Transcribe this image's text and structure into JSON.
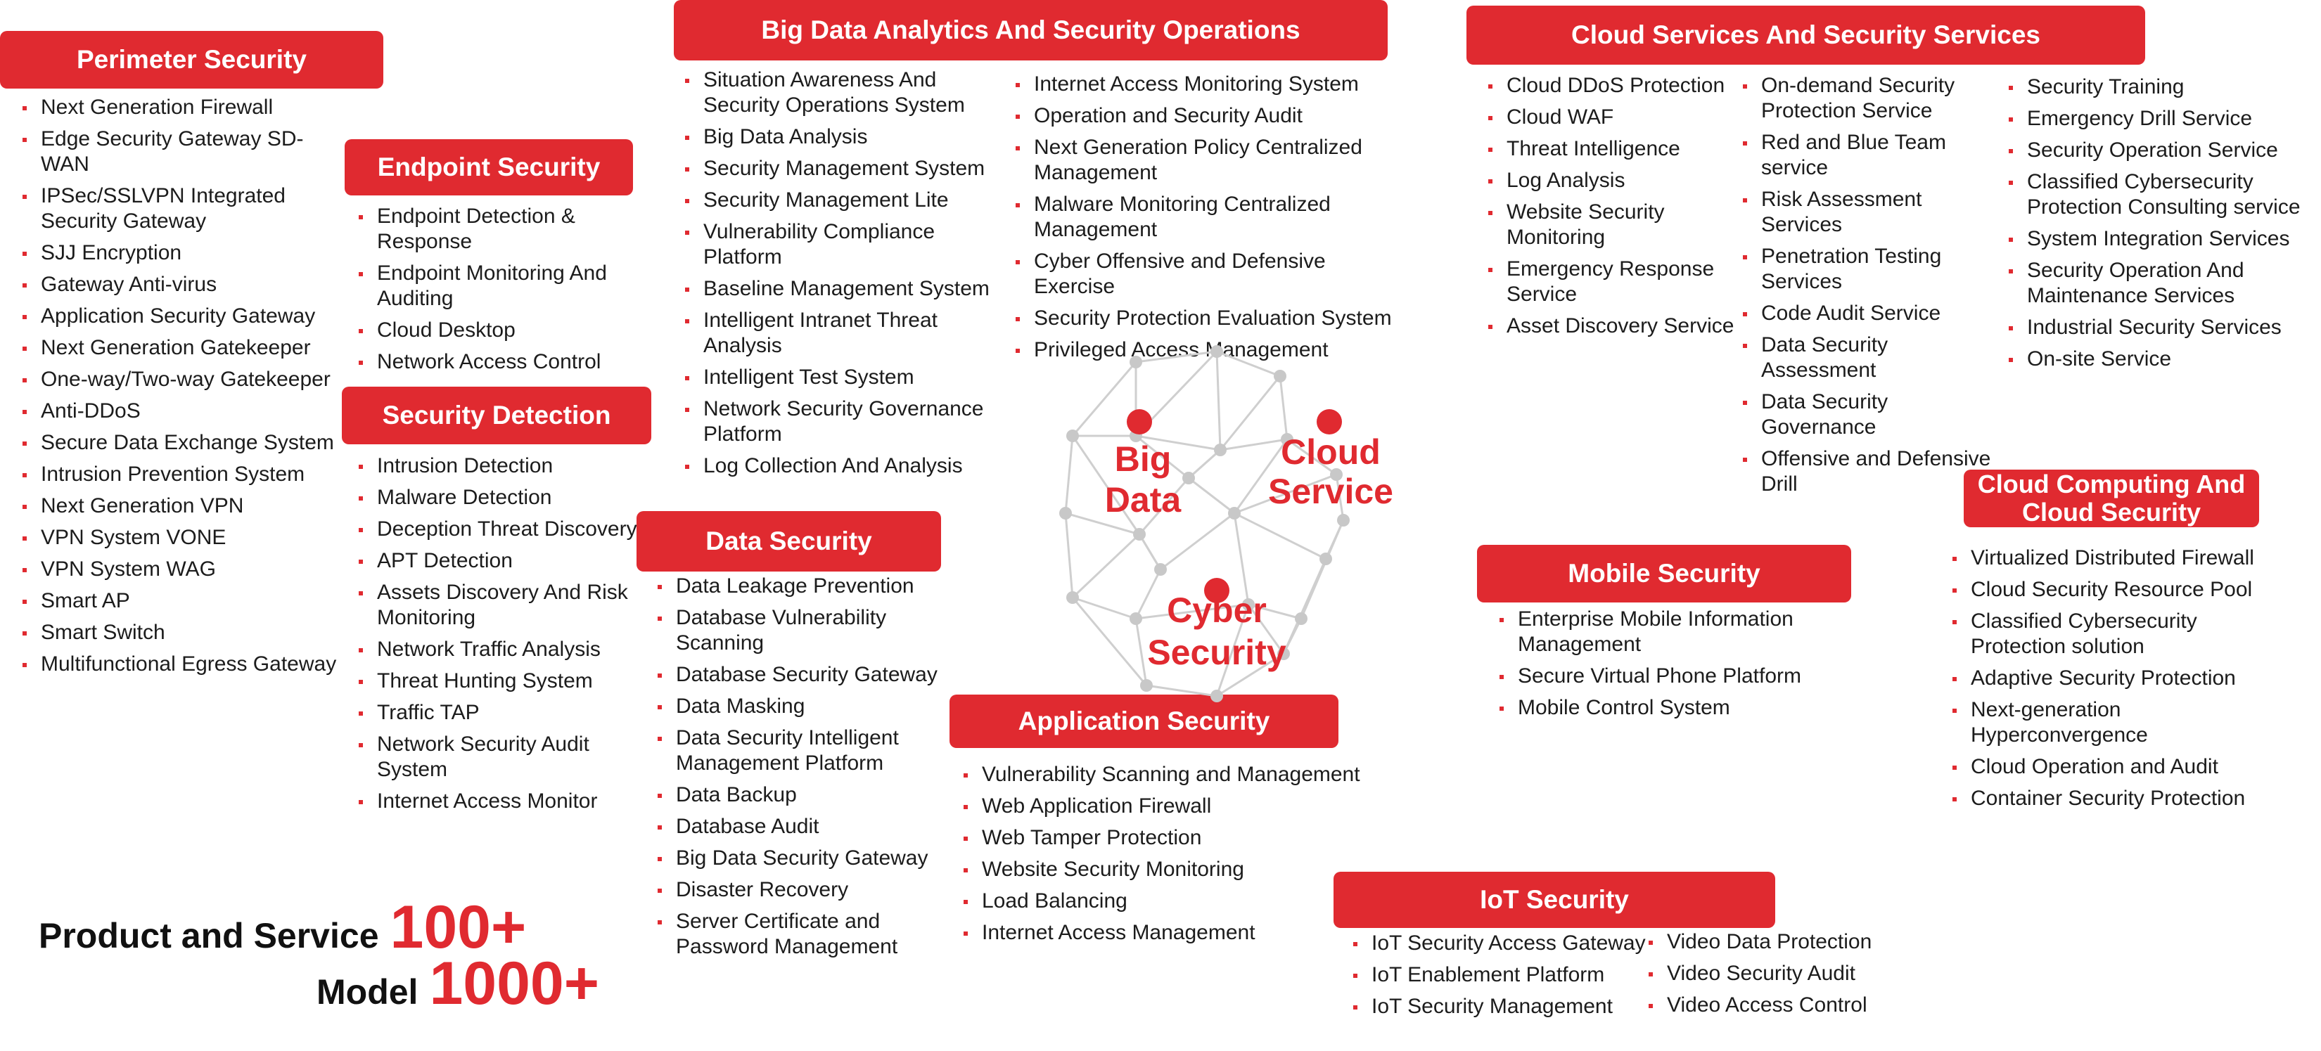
{
  "perimeter": {
    "title": "Perimeter Security",
    "items": [
      "Next Generation Firewall",
      "Edge Security Gateway SD-WAN",
      "IPSec/SSLVPN Integrated Security Gateway",
      "SJJ Encryption",
      "Gateway Anti-virus",
      "Application Security Gateway",
      "Next Generation Gatekeeper",
      "One-way/Two-way Gatekeeper",
      "Anti-DDoS",
      "Secure Data Exchange System",
      "Intrusion Prevention System",
      "Next Generation VPN",
      "VPN System VONE",
      "VPN System WAG",
      "Smart AP",
      "Smart Switch",
      "Multifunctional Egress Gateway"
    ]
  },
  "endpoint": {
    "title": "Endpoint Security",
    "items": [
      "Endpoint Detection & Response",
      "Endpoint Monitoring And Auditing",
      "Cloud Desktop",
      "Network Access Control"
    ]
  },
  "detection": {
    "title": "Security Detection",
    "items": [
      "Intrusion Detection",
      "Malware Detection",
      "Deception Threat Discovery",
      "APT Detection",
      "Assets Discovery And Risk Monitoring",
      "Network Traffic Analysis",
      "Threat Hunting System",
      "Traffic TAP",
      "Network Security Audit System",
      "Internet Access Monitor"
    ]
  },
  "bigdata": {
    "title": "Big Data Analytics And Security Operations",
    "col1": [
      "Situation Awareness And Security Operations System",
      "Big Data Analysis",
      "Security Management System",
      "Security Management Lite",
      "Vulnerability Compliance Platform",
      "Baseline Management System",
      "Intelligent Intranet Threat Analysis",
      "Intelligent Test System",
      "Network Security Governance Platform",
      "Log Collection And Analysis"
    ],
    "col2": [
      "Internet Access Monitoring System",
      "Operation and Security Audit",
      "Next Generation Policy Centralized Management",
      "Malware Monitoring Centralized Management",
      "Cyber Offensive and Defensive Exercise",
      "Security Protection Evaluation System",
      "Privileged Access Management"
    ]
  },
  "datasec": {
    "title": "Data Security",
    "items": [
      "Data Leakage Prevention",
      "Database Vulnerability Scanning",
      "Database Security Gateway",
      "Data Masking",
      "Data Security Intelligent Management Platform",
      "Data Backup",
      "Database Audit",
      "Big Data Security Gateway",
      "Disaster Recovery",
      "Server Certificate and Password Management"
    ]
  },
  "appsec": {
    "title": "Application Security",
    "items": [
      "Vulnerability Scanning and Management",
      "Web Application Firewall",
      "Web Tamper Protection",
      "Website Security Monitoring",
      "Load Balancing",
      "Internet Access Management"
    ]
  },
  "cloudsvc": {
    "title": "Cloud Services And Security Services",
    "col1": [
      "Cloud DDoS Protection",
      "Cloud WAF",
      "Threat Intelligence",
      "Log Analysis",
      "Website Security Monitoring",
      "Emergency Response Service",
      "Asset Discovery Service"
    ],
    "col2": [
      "On-demand Security Protection Service",
      "Red and Blue Team service",
      "Risk Assessment Services",
      "Penetration Testing Services",
      "Code Audit Service",
      "Data Security Assessment",
      "Data Security Governance",
      "Offensive and Defensive Drill"
    ],
    "col3": [
      "Security Training",
      "Emergency Drill Service",
      "Security Operation Service",
      "Classified Cybersecurity Protection Consulting service",
      "System Integration Services",
      "Security Operation And Maintenance Services",
      "Industrial Security Services",
      "On-site Service"
    ]
  },
  "mobile": {
    "title": "Mobile Security",
    "items": [
      "Enterprise Mobile Information Management",
      "Secure Virtual Phone Platform",
      "Mobile Control System"
    ]
  },
  "cloudcomp": {
    "title": "Cloud Computing And Cloud Security",
    "items": [
      "Virtualized Distributed Firewall",
      "Cloud Security Resource Pool",
      "Classified Cybersecurity Protection solution",
      "Adaptive Security Protection",
      "Next-generation Hyperconvergence",
      "Cloud Operation and Audit",
      "Container Security Protection"
    ]
  },
  "iot": {
    "title": "IoT Security",
    "col1": [
      "IoT Security Access Gateway",
      "IoT Enablement Platform",
      "IoT Security Management"
    ],
    "col2": [
      "Video Data Protection",
      "Video Security Audit",
      "Video Access Control"
    ]
  },
  "globe": {
    "big_data": "Big Data",
    "cloud_service": "Cloud Service",
    "cyber_security": "Cyber Security",
    "accent": "#e02a30",
    "node_color": "#c8c8c8"
  },
  "stats": {
    "product_label": "Product and Service",
    "product_count": "100+",
    "model_label": "Model",
    "model_count": "1000+"
  }
}
